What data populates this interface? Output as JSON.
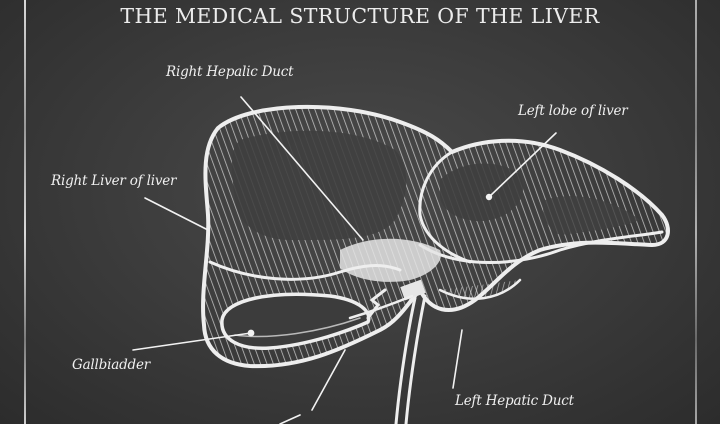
{
  "title": "THE MEDICAL STRUCTURE OF THE LIVER",
  "colors": {
    "background": "#3d3d3d",
    "chalk": "#ececec"
  },
  "labels": [
    {
      "id": "right-hepatic-duct",
      "text": "Right Hepalic Duct"
    },
    {
      "id": "left-lobe",
      "text": "Left lobe of liver"
    },
    {
      "id": "right-liver",
      "text": "Right Liver of liver"
    },
    {
      "id": "gallbladder",
      "text": "Gallbiadder"
    },
    {
      "id": "left-hepatic-duct",
      "text": "Left Hepatic Duct"
    }
  ]
}
